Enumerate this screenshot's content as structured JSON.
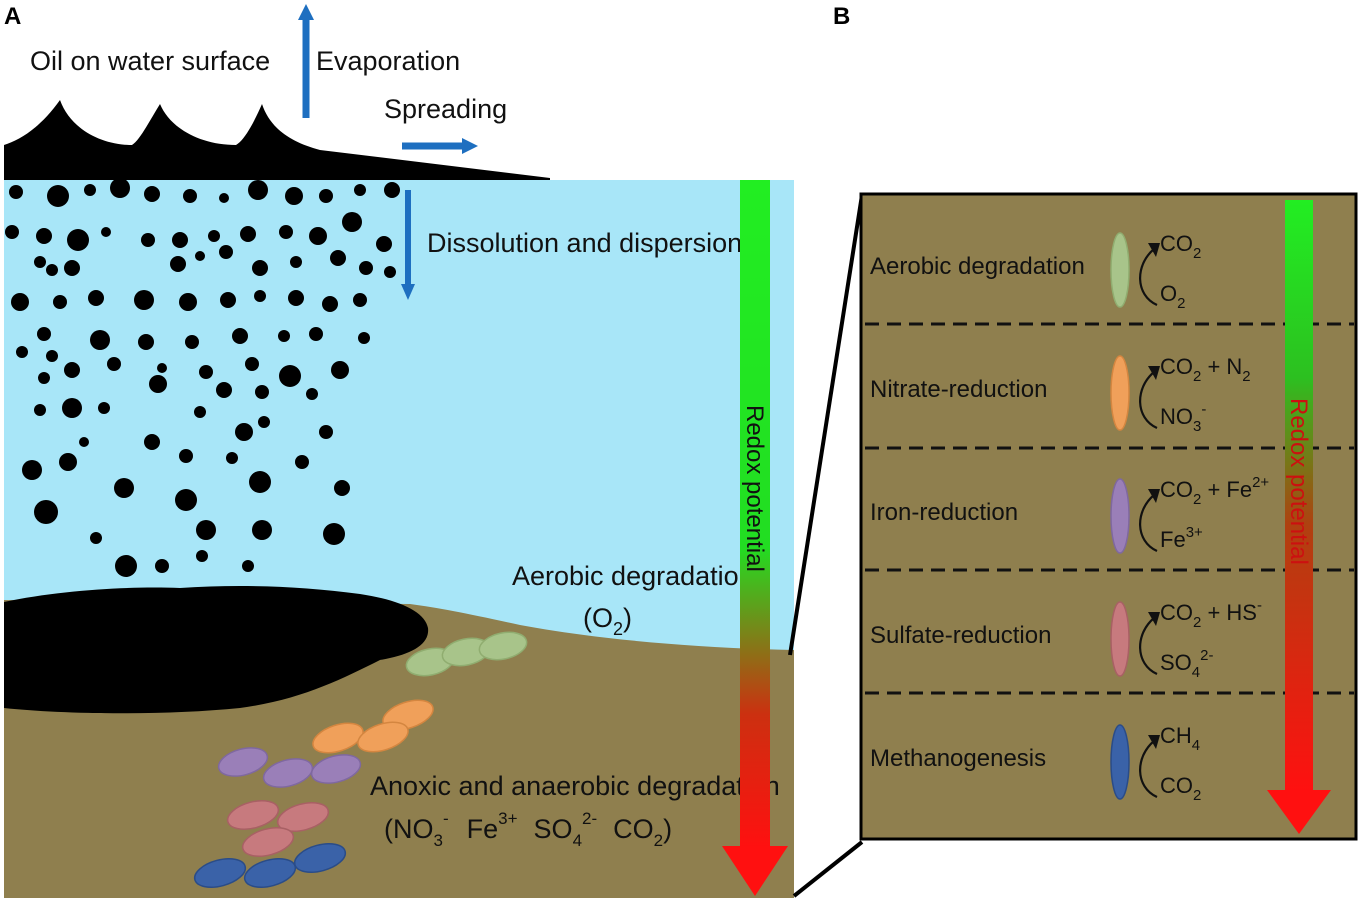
{
  "panel_a": {
    "label": "A",
    "oil_surface": "Oil on water surface",
    "evaporation": "Evaporation",
    "spreading": "Spreading",
    "dissolution": "Dissolution and dispersion",
    "aerobic_title": "Aerobic degradation",
    "aerobic_o": "(O",
    "aerobic_sub": "2",
    "aerobic_close": ")",
    "anoxic_title": "Anoxic and anaerobic degradation",
    "anoxic_species": [
      {
        "base": "(NO",
        "sub": "3",
        "sup": "-"
      },
      {
        "base": "Fe",
        "sup": "3+"
      },
      {
        "base": "SO",
        "sub": "4",
        "sup": "2-"
      },
      {
        "base": "CO",
        "sub": "2",
        "tail": ")"
      }
    ],
    "redox_label": "Redox potential"
  },
  "panel_b": {
    "label": "B",
    "redox_label": "Redox potential",
    "rows": [
      {
        "name": "Aerobic degradation",
        "color": "#a8c48a",
        "product": {
          "p1": "CO",
          "p1sub": "2"
        },
        "acceptor": {
          "base": "O",
          "sub": "2"
        }
      },
      {
        "name": "Nitrate-reduction",
        "color": "#f0a05a",
        "product": {
          "p1": "CO",
          "p1sub": "2",
          "p2": " + N",
          "p2sub": "2"
        },
        "acceptor": {
          "base": "NO",
          "sub": "3",
          "sup": "-"
        }
      },
      {
        "name": "Iron-reduction",
        "color": "#9a7fb8",
        "product": {
          "p1": "CO",
          "p1sub": "2",
          "p2": " + Fe",
          "p2sup": "2+"
        },
        "acceptor": {
          "base": "Fe",
          "sup": "3+"
        }
      },
      {
        "name": "Sulfate-reduction",
        "color": "#c77a7e",
        "product": {
          "p1": "CO",
          "p1sub": "2",
          "p2": " + HS",
          "p2sup": "-"
        },
        "acceptor": {
          "base": "SO",
          "sub": "4",
          "sup": "2-"
        }
      },
      {
        "name": "Methanogenesis",
        "color": "#3a62a8",
        "product": {
          "p1": "CH",
          "p1sub": "4"
        },
        "acceptor": {
          "base": "CO",
          "sub": "2"
        }
      }
    ]
  },
  "colors": {
    "water": "#a8e6f8",
    "sediment": "#8f7f4e",
    "oil": "#000000",
    "arrow_blue": "#1e6fc0",
    "redox_top": "#22e622",
    "redox_bottom": "#ff1010"
  }
}
